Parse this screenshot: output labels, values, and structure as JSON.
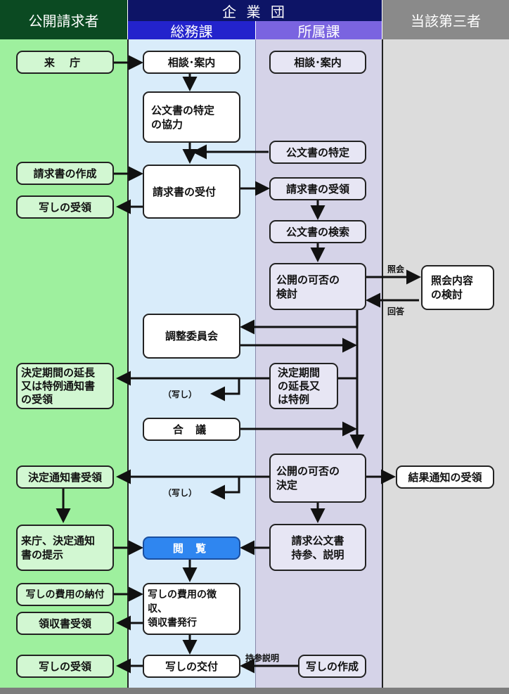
{
  "headers": {
    "requester": "公開請求者",
    "organization": "企 業 団",
    "general_affairs": "総務課",
    "department": "所属課",
    "third_party": "当該第三者"
  },
  "nodes": {
    "visit": "来 庁",
    "consult_general": "相談･案内",
    "consult_dept": "相談･案内",
    "identify_coop": "公文書の特定\nの協力",
    "identify": "公文書の特定",
    "create_request": "請求書の作成",
    "accept_request": "請求書の受付",
    "receive_request": "請求書の受領",
    "receive_copy_1": "写しの受領",
    "search": "公文書の検索",
    "review": "公開の可否の\n検討",
    "review_inquiry": "照会内容\nの検討",
    "committee": "調整委員会",
    "extension": "決定期間\nの延長又\nは特例",
    "receive_extension": "決定期間の延長\n又は特例通知書\nの受領",
    "consultation": "合 議",
    "decision": "公開の可否の\n決定",
    "receive_result": "結果通知の受領",
    "receive_decision": "決定通知書受領",
    "visit_present": "来庁、決定通知\n書の提示",
    "viewing": "閲 覧",
    "bring_explain": "請求公文書\n持参、説明",
    "pay_fee": "写しの費用の納付",
    "collect_fee": "写しの費用の徴収、\n領収書発行",
    "receive_receipt": "領収書受領",
    "receive_copy_2": "写しの受領",
    "deliver_copy": "写しの交付",
    "make_copy": "写しの作成"
  },
  "labels": {
    "inquiry": "照会",
    "answer": "回答",
    "copy_1": "（写し）",
    "copy_2": "（写し）",
    "bring_explain_label": "持参説明"
  },
  "colors": {
    "requester_header": "#0b4a22",
    "org_header": "#0d1466",
    "general_header": "#2323cc",
    "dept_header": "#7a64e0",
    "third_header": "#8a8a8a",
    "requester_lane": "#9ef09e",
    "general_lane": "#d9ecfa",
    "dept_lane": "#d5d3e8",
    "third_lane": "#dcdcdc",
    "highlight": "#2f86f0"
  }
}
